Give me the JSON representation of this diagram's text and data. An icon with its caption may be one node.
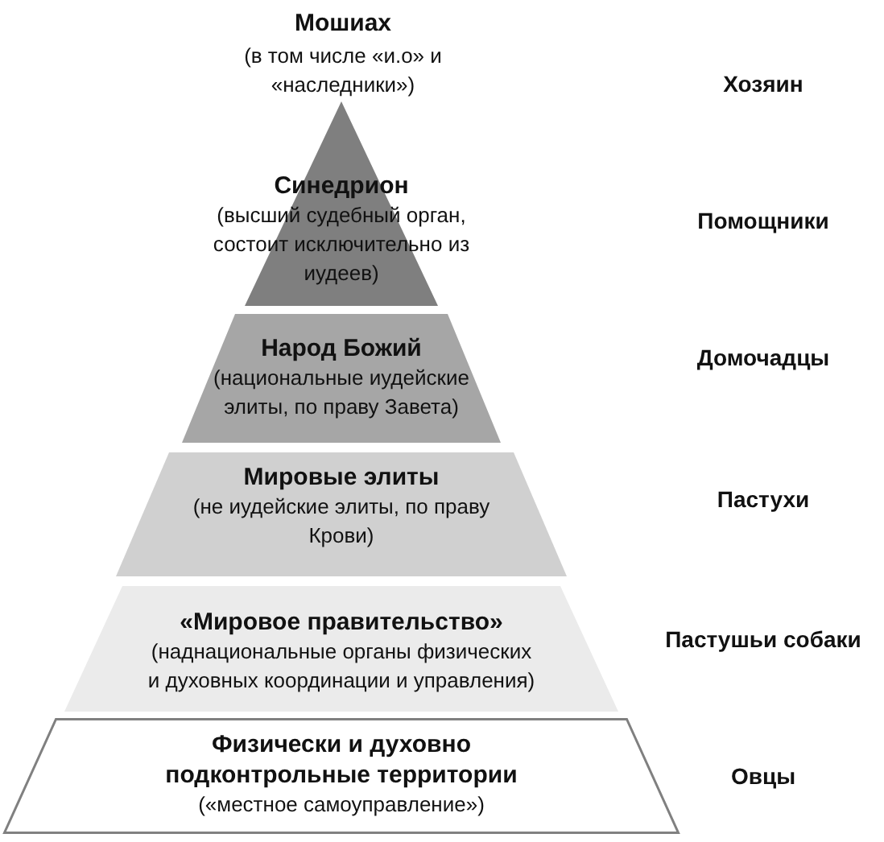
{
  "diagram": {
    "nodes": [
      {
        "text": [
          "Синедрион",
          "(высший судебный орган, состоит исключительно из иудеев)"
        ]
      },
      {
        "text": [
          "Народ Божий",
          "(национальные иудейские элиты, по праву Завета)"
        ]
      },
      {
        "text": [
          "Мировые элиты",
          "(не иудейские элиты, по праву Крови)"
        ]
      },
      {
        "text": [
          "«Мировое правительство»",
          "(наднациональные органы физических и духовных координации и управления)"
        ]
      },
      {
        "text": [
          "Физически и духовно подконтрольные территории",
          "(«местное самоуправление»)"
        ]
      }
    ],
    "labels": [
      "Мошиах",
      "(в том числе «и.о» и «наследники»)",
      "Хозяин",
      "Помощники",
      "Домочадцы",
      "Пастухи",
      "Пастушьи собаки",
      "Овцы"
    ]
  }
}
